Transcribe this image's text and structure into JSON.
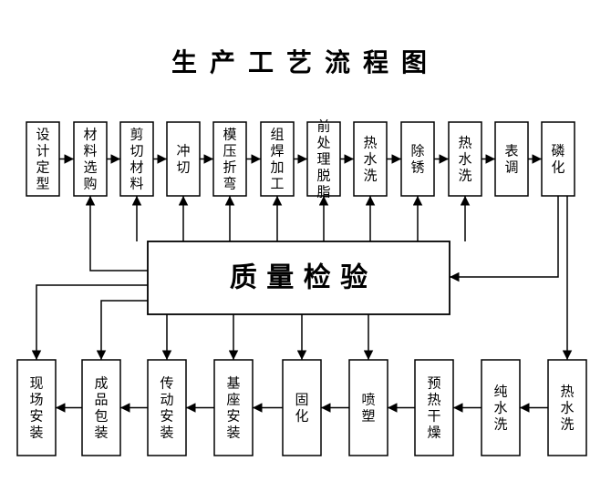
{
  "title": "生产工艺流程图",
  "center": {
    "label": "质 量 检 验"
  },
  "top_row": [
    {
      "label": "设计定型"
    },
    {
      "label": "材料选购"
    },
    {
      "label": "剪切材料"
    },
    {
      "label": "冲切"
    },
    {
      "label": "模压折弯"
    },
    {
      "label": "组焊加工"
    },
    {
      "label": "前处理脱脂"
    },
    {
      "label": "热水洗"
    },
    {
      "label": "除锈"
    },
    {
      "label": "热水洗"
    },
    {
      "label": "表调"
    },
    {
      "label": "磷化"
    }
  ],
  "bottom_row": [
    {
      "label": "现场安装"
    },
    {
      "label": "成品包装"
    },
    {
      "label": "传动安装"
    },
    {
      "label": "基座安装"
    },
    {
      "label": "固化"
    },
    {
      "label": "喷塑"
    },
    {
      "label": "预热干燥"
    },
    {
      "label": "纯水洗"
    },
    {
      "label": "热水洗"
    }
  ],
  "colors": {
    "line": "#000000",
    "box_fill": "#ffffff",
    "background": "#ffffff"
  }
}
